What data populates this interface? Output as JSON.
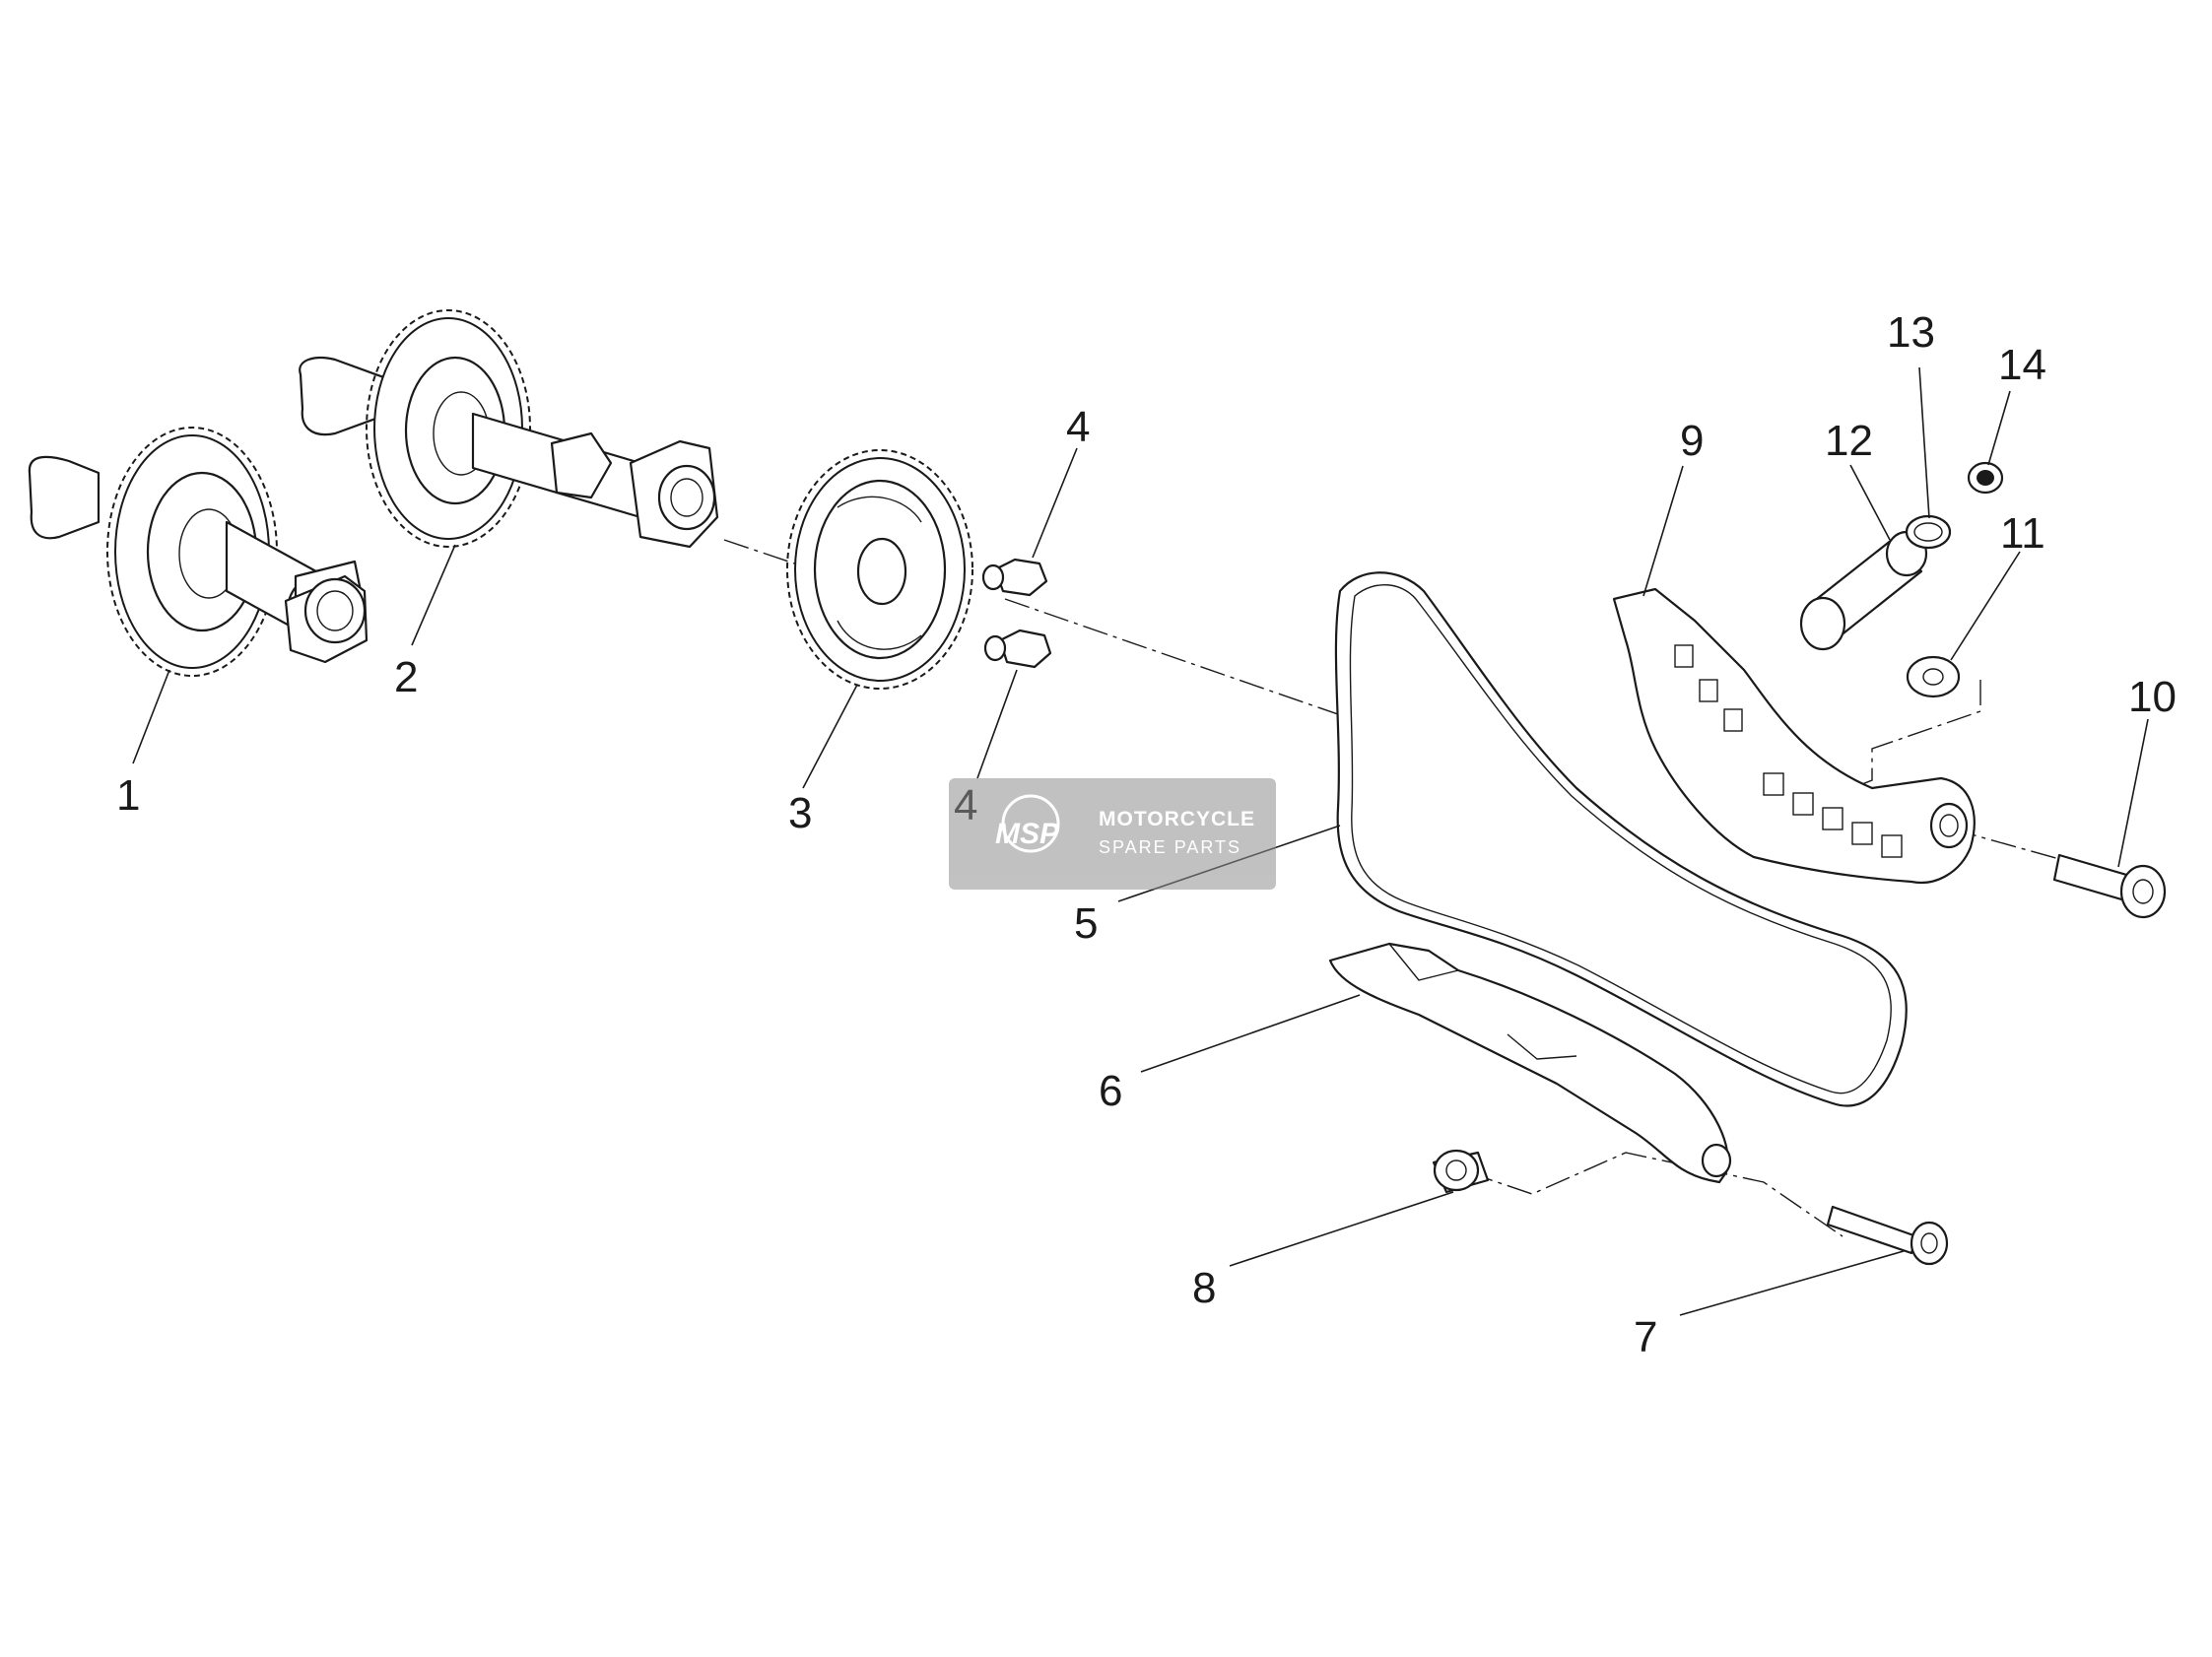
{
  "diagram": {
    "parts": [
      {
        "number": "1"
      },
      {
        "number": "2"
      },
      {
        "number": "3"
      },
      {
        "number": "4"
      },
      {
        "number": "4"
      },
      {
        "number": "5"
      },
      {
        "number": "6"
      },
      {
        "number": "7"
      },
      {
        "number": "8"
      },
      {
        "number": "9"
      },
      {
        "number": "10"
      },
      {
        "number": "11"
      },
      {
        "number": "12"
      },
      {
        "number": "13"
      },
      {
        "number": "14"
      }
    ]
  },
  "watermark": {
    "logo": "MSP",
    "line1": "MOTORCYCLE",
    "line2": "SPARE PARTS"
  }
}
